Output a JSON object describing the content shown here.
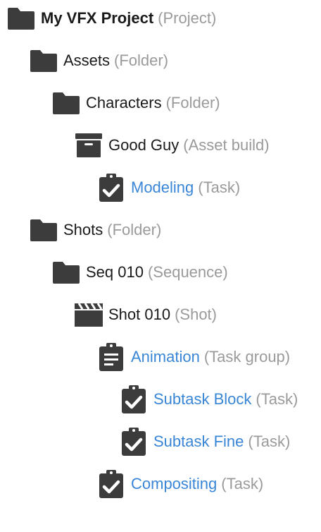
{
  "colors": {
    "icon": "#3c3c3c",
    "link": "#3a86d6",
    "type_label": "#9a9a9a",
    "text": "#1a1a1a"
  },
  "tree": [
    {
      "name": "My VFX Project",
      "type": "(Project)",
      "icon": "folder-icon",
      "level": 0,
      "link": false,
      "bold": true
    },
    {
      "name": "Assets",
      "type": "(Folder)",
      "icon": "folder-icon",
      "level": 1,
      "link": false,
      "bold": false
    },
    {
      "name": "Characters",
      "type": "(Folder)",
      "icon": "folder-icon",
      "level": 2,
      "link": false,
      "bold": false
    },
    {
      "name": "Good Guy",
      "type": "(Asset build)",
      "icon": "archive-box-icon",
      "level": 3,
      "link": false,
      "bold": false
    },
    {
      "name": "Modeling",
      "type": "(Task)",
      "icon": "clipboard-check-icon",
      "level": 4,
      "link": true,
      "bold": false
    },
    {
      "name": "Shots",
      "type": "(Folder)",
      "icon": "folder-icon",
      "level": 1,
      "link": false,
      "bold": false
    },
    {
      "name": "Seq 010",
      "type": "(Sequence)",
      "icon": "folder-icon",
      "level": 2,
      "link": false,
      "bold": false
    },
    {
      "name": "Shot 010",
      "type": "(Shot)",
      "icon": "clapperboard-icon",
      "level": 3,
      "link": false,
      "bold": false
    },
    {
      "name": "Animation",
      "type": "(Task group)",
      "icon": "clipboard-list-icon",
      "level": 4,
      "link": true,
      "bold": false
    },
    {
      "name": "Subtask Block",
      "type": "(Task)",
      "icon": "clipboard-check-icon",
      "level": 5,
      "link": true,
      "bold": false
    },
    {
      "name": "Subtask Fine",
      "type": "(Task)",
      "icon": "clipboard-check-icon",
      "level": 5,
      "link": true,
      "bold": false
    },
    {
      "name": "Compositing",
      "type": "(Task)",
      "icon": "clipboard-check-icon",
      "level": 4,
      "link": true,
      "bold": false
    }
  ]
}
